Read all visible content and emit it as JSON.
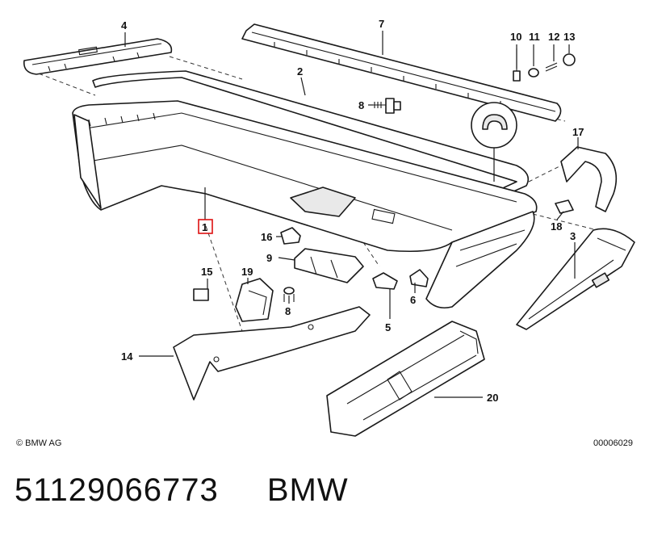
{
  "diagram": {
    "callouts": [
      "1",
      "2",
      "3",
      "4",
      "5",
      "6",
      "7",
      "8",
      "8",
      "9",
      "10",
      "11",
      "12",
      "13",
      "14",
      "15",
      "16",
      "17",
      "18",
      "19",
      "20"
    ],
    "highlighted_callout": "1",
    "highlight_color": "#dd1111",
    "copyright": "© BMW AG",
    "diagram_code": "00006029"
  },
  "footer": {
    "part_number": "51129066773",
    "brand": "BMW"
  }
}
